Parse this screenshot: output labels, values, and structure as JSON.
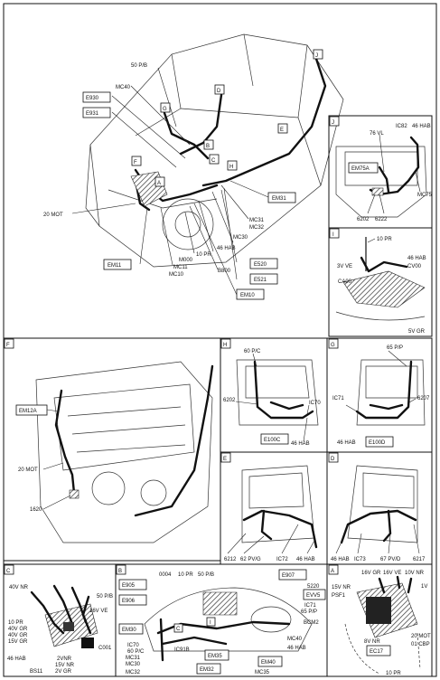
{
  "panels": {
    "J": "J",
    "I": "I",
    "F": "F",
    "H": "H",
    "G": "G",
    "E": "E",
    "D": "D",
    "C": "C",
    "B": "B",
    "A": "A"
  },
  "main": {
    "labels": {
      "l_50pb": "50 P/B",
      "l_mc40": "MC40",
      "l_20mot": "20 MOT",
      "l_mc31": "MC31",
      "l_mc32": "MC32",
      "l_mc30": "MC30",
      "l_46hab": "46 HAB",
      "l_10pr": "10 PR",
      "l_m000": "M000",
      "l_mc11": "MC11",
      "l_mc10": "MC10",
      "l_b800": "B800"
    },
    "boxes": {
      "e930": "E930",
      "e931": "E931",
      "em11": "EM11",
      "em31": "EM31",
      "e520": "E520",
      "e521": "E521",
      "em10": "EM10"
    },
    "callouts": {
      "j": "J",
      "d": "D",
      "g": "G",
      "e": "E",
      "b": "B",
      "c": "C",
      "h": "H",
      "f": "F",
      "a": "A"
    }
  },
  "panel_j": {
    "l_ic82": "IC82",
    "l_46hab": "46 HAB",
    "l_76vl": "76 VL",
    "box_em75a": "EM75A",
    "l_mc75": "MC75",
    "l_6202": "6202",
    "l_6222": "6222"
  },
  "panel_i": {
    "l_10pr": "10 PR",
    "l_46hab": "46 HAB",
    "l_3vve": "3V VE",
    "l_cv00": "CV00",
    "l_ca00": "CA00",
    "l_5vgr": "5V GR"
  },
  "panel_f": {
    "box_em12a": "EM12A",
    "l_20mot": "20 MOT",
    "l_1620": "1620"
  },
  "panel_h": {
    "l_60pc": "60 P/C",
    "l_6202": "6202",
    "l_ic70": "IC70",
    "box_e100c": "E100C",
    "l_46hab": "46 HAB"
  },
  "panel_g": {
    "l_65pp": "65 P/P",
    "l_ic71": "IC71",
    "l_6207": "6207",
    "l_46hab": "46 HAB",
    "box_e100d": "E100D"
  },
  "panel_e": {
    "l_6212": "6212",
    "l_62pvg": "62 PV/G",
    "l_ic72": "IC72",
    "l_46hab": "46 HAB"
  },
  "panel_d": {
    "l_46hab": "46 HAB",
    "l_ic73": "IC73",
    "l_67pvd": "67 PV/D",
    "l_6217": "6217"
  },
  "panel_c": {
    "l_40vnr": "40V NR",
    "l_50pb": "50 P/B",
    "l_16vve": "16V VE",
    "l_10pr": "10 PR",
    "l_40vgr": "40V GR",
    "l_40vgr2": "40V GR",
    "l_15vgr": "15V GR",
    "l_c001": "C001",
    "l_46hab": "46 HAB",
    "l_2vnr": "2VNR",
    "l_15vnr": "15V NR",
    "l_2vgr": "2V GR",
    "l_bs11": "BS11"
  },
  "panel_b": {
    "l_0004": "0004",
    "l_10pr": "10 PR",
    "l_50pb": "50 P/B",
    "box_e907": "E907",
    "box_e905": "E905",
    "box_e906": "E906",
    "l_5220": "5220",
    "box_evv5": "EVV5",
    "l_ic71": "IC71",
    "l_65pp": "65 P/P",
    "box_em30": "EM30",
    "l_bcm2": "BCM2",
    "l_ic70": "IC70",
    "l_60pc": "60 P/C",
    "l_mc31": "MC31",
    "l_mc30": "MC30",
    "l_ic91b": "IC91B",
    "box_em35": "EM35",
    "l_mc40": "MC40",
    "l_46hab": "46 HAB",
    "box_em40": "EM40",
    "box_em32": "EM32",
    "l_mc32": "MC32",
    "l_mc35": "MC35",
    "call_c": "C",
    "call_i": "I"
  },
  "panel_a": {
    "l_16vgr": "16V GR",
    "l_16vve": "16V VE",
    "l_10vnr": "10V NR",
    "l_15vnr": "15V NR",
    "l_psf1": "PSF1",
    "l_1v": "1V",
    "l_20mot": "20 MOT",
    "l_8vnr": "8V NR",
    "box_ec17": "EC17",
    "l_01cbp": "01 CBP",
    "l_10pr": "10 PR"
  }
}
